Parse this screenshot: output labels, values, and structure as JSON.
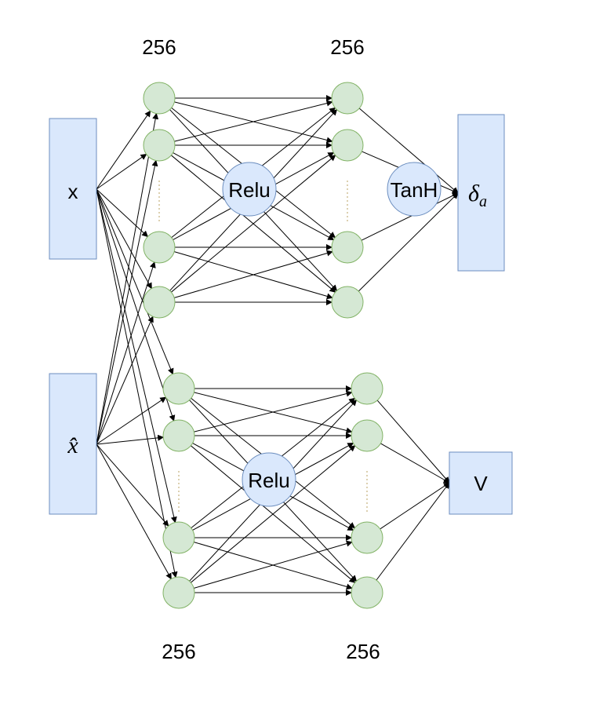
{
  "input_labels": {
    "x": "x",
    "x_hat": "x̂"
  },
  "output_labels": {
    "delta_main": "δ",
    "delta_sub": "a",
    "v": "V"
  },
  "activations": {
    "actor_hidden": "Relu",
    "actor_output": "TanH",
    "critic_hidden": "Relu"
  },
  "layer_sizes": {
    "actor_layer1": "256",
    "actor_layer2": "256",
    "critic_layer1": "256",
    "critic_layer2": "256"
  },
  "colors": {
    "box_fill": "#dae8fc",
    "box_stroke": "#6c8ebf",
    "neuron_fill": "#d5e8d4",
    "neuron_stroke": "#82b366"
  }
}
